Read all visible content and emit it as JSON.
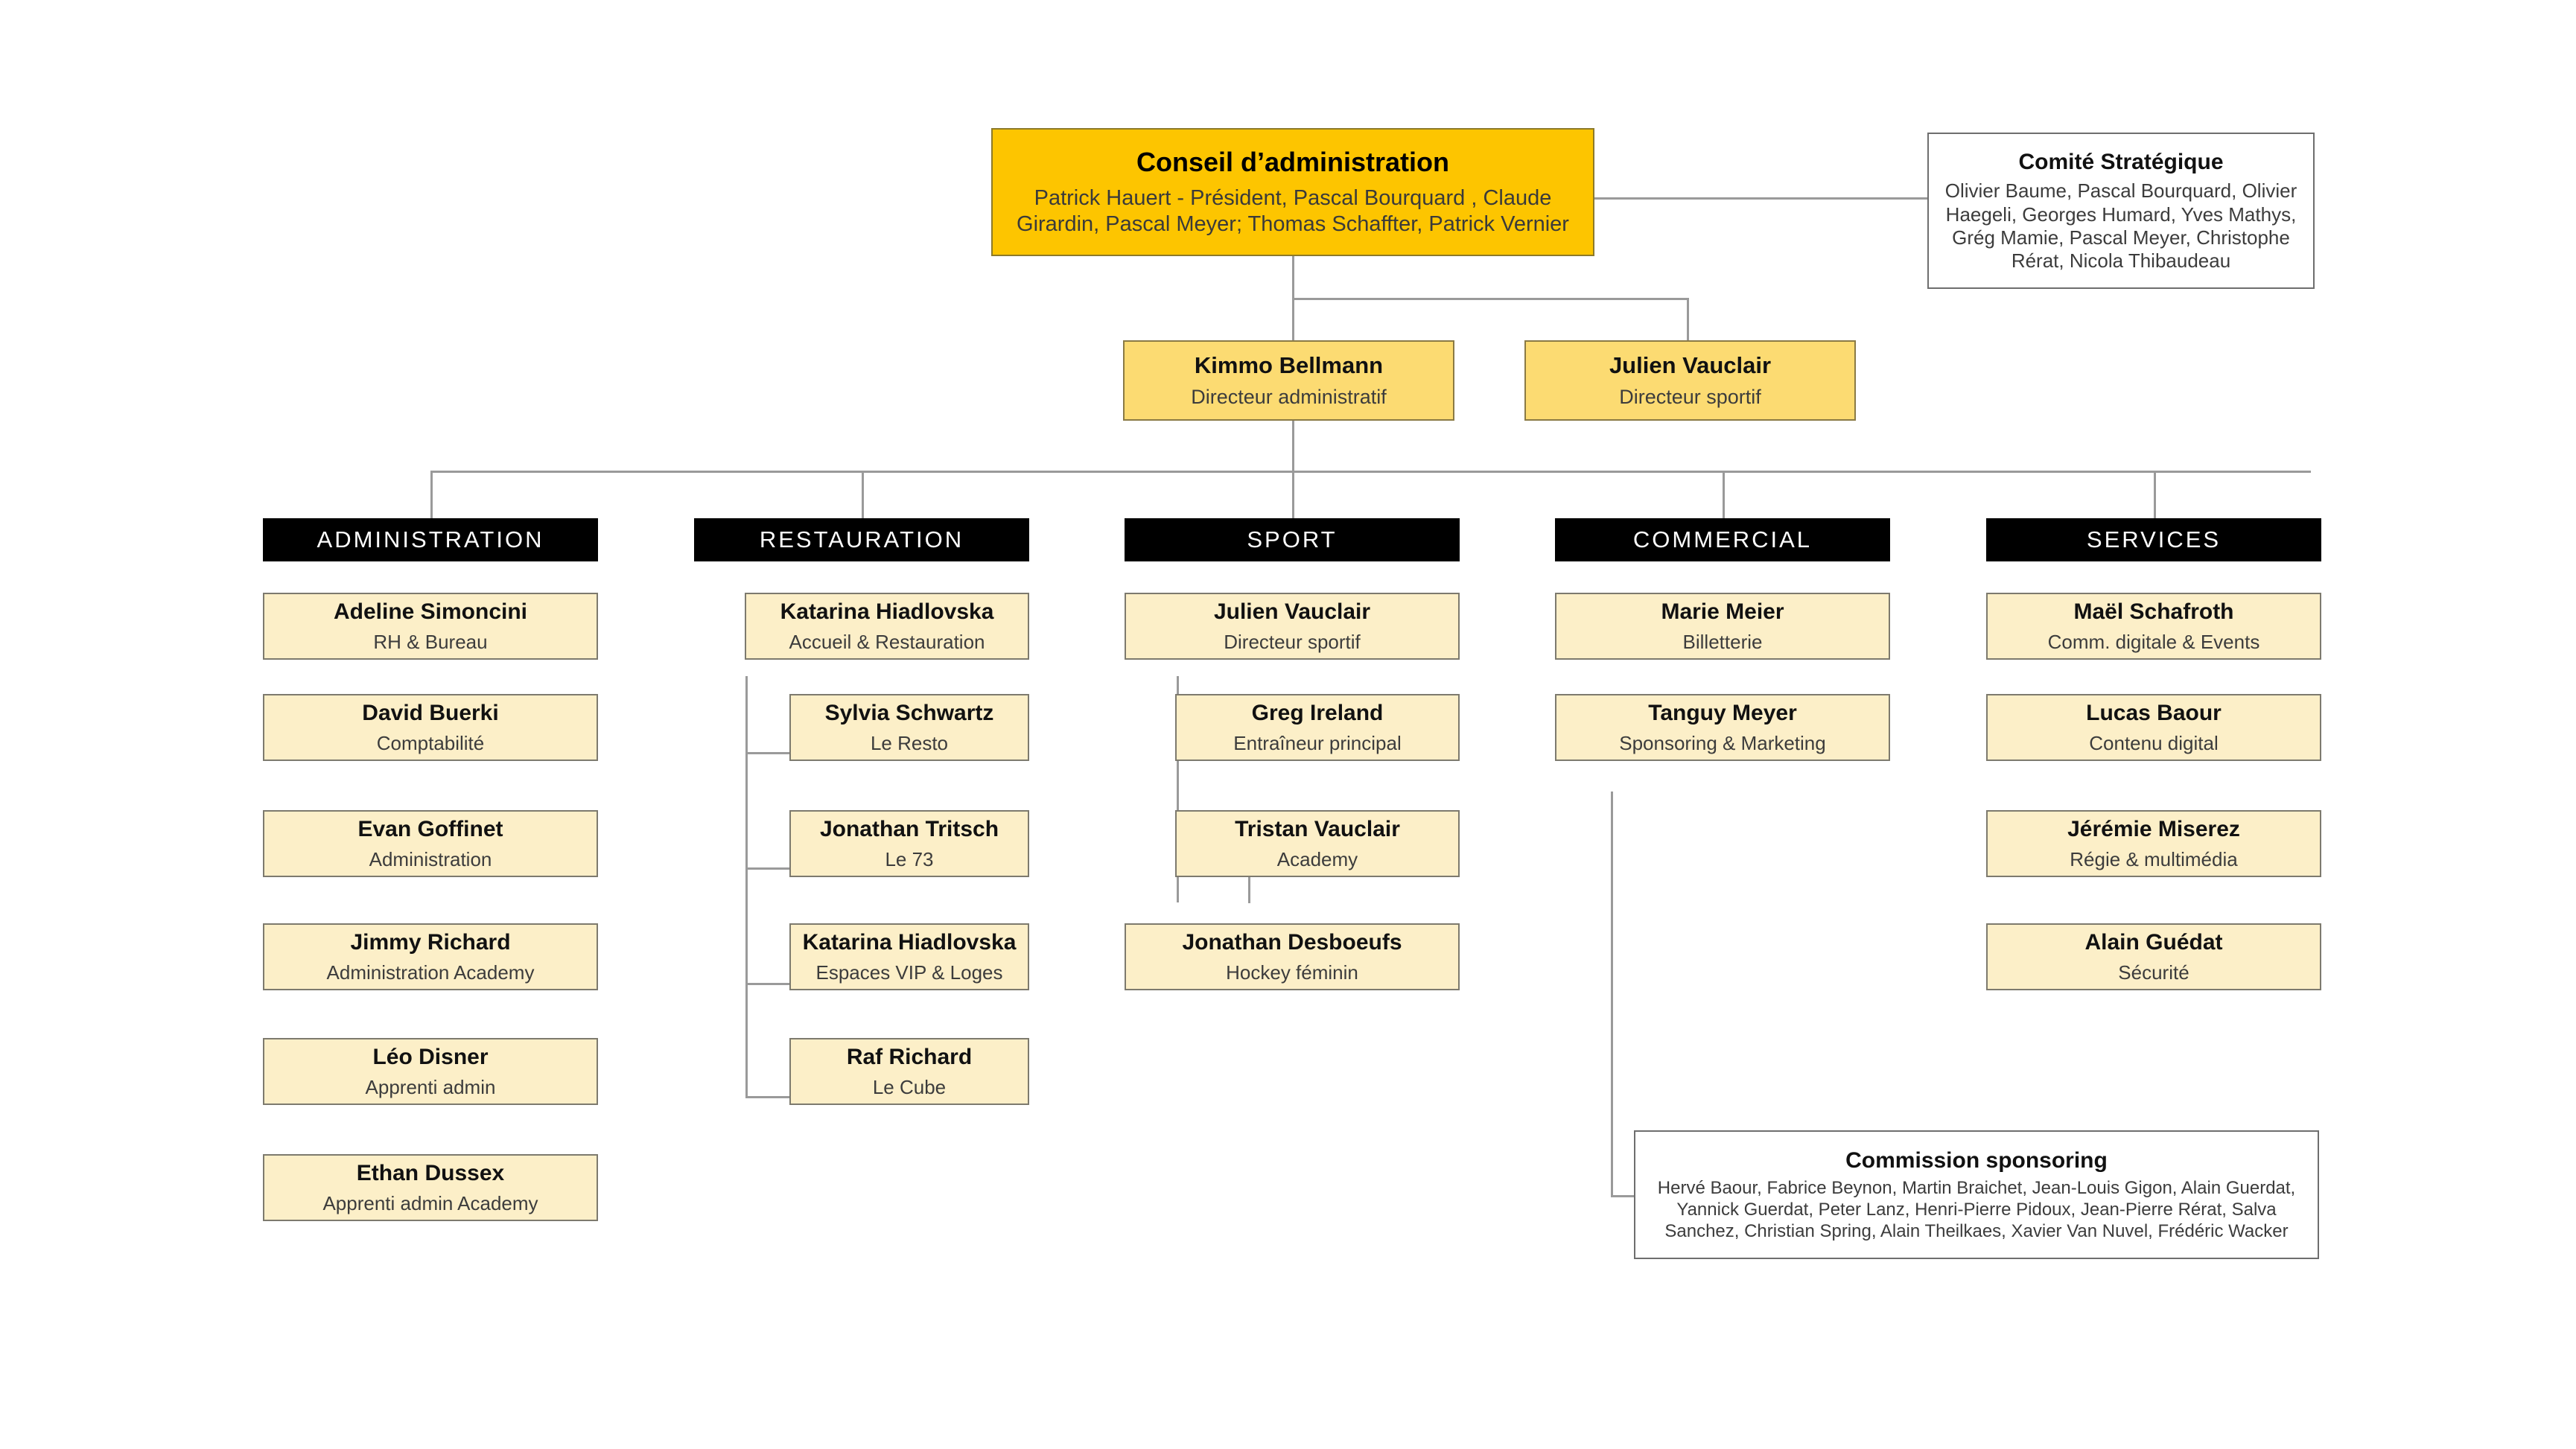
{
  "board": {
    "title": "Conseil d’administration",
    "members": "Patrick Hauert - Président, Pascal Bourquard , Claude Girardin, Pascal Meyer; Thomas Schaffter, Patrick Vernier"
  },
  "strategic_committee": {
    "title": "Comité Stratégique",
    "members": "Olivier Baume, Pascal Bourquard, Olivier Haegeli, Georges Humard, Yves Mathys, Grég Mamie, Pascal Meyer, Christophe Rérat, Nicola Thibaudeau"
  },
  "sponsoring_commission": {
    "title": "Commission sponsoring",
    "members": "Hervé Baour, Fabrice Beynon, Martin Braichet, Jean-Louis Gigon, Alain Guerdat, Yannick Guerdat, Peter Lanz, Henri-Pierre Pidoux, Jean-Pierre Rérat, Salva Sanchez, Christian Spring, Alain Theilkaes, Xavier Van Nuvel, Frédéric Wacker"
  },
  "directors": [
    {
      "name": "Kimmo Bellmann",
      "role": "Directeur administratif"
    },
    {
      "name": "Julien Vauclair",
      "role": "Directeur sportif"
    }
  ],
  "departments": [
    {
      "label": "ADMINISTRATION",
      "people": [
        {
          "name": "Adeline Simoncini",
          "role": "RH & Bureau"
        },
        {
          "name": "David Buerki",
          "role": "Comptabilité"
        },
        {
          "name": "Evan Goffinet",
          "role": "Administration"
        },
        {
          "name": "Jimmy Richard",
          "role": "Administration Academy"
        },
        {
          "name": "Léo Disner",
          "role": "Apprenti admin"
        },
        {
          "name": "Ethan Dussex",
          "role": "Apprenti admin Academy"
        }
      ]
    },
    {
      "label": "RESTAURATION",
      "people": [
        {
          "name": "Katarina Hiadlovska",
          "role": "Accueil & Restauration"
        },
        {
          "name": "Sylvia Schwartz",
          "role": "Le Resto"
        },
        {
          "name": "Jonathan Tritsch",
          "role": "Le 73"
        },
        {
          "name": "Katarina Hiadlovska",
          "role": "Espaces VIP & Loges"
        },
        {
          "name": "Raf Richard",
          "role": "Le Cube"
        }
      ]
    },
    {
      "label": "SPORT",
      "people": [
        {
          "name": "Julien Vauclair",
          "role": "Directeur sportif"
        },
        {
          "name": "Greg Ireland",
          "role": "Entraîneur principal"
        },
        {
          "name": "Tristan Vauclair",
          "role": "Academy"
        },
        {
          "name": "Jonathan Desboeufs",
          "role": "Hockey féminin"
        }
      ]
    },
    {
      "label": "COMMERCIAL",
      "people": [
        {
          "name": "Marie Meier",
          "role": "Billetterie"
        },
        {
          "name": "Tanguy Meyer",
          "role": "Sponsoring & Marketing"
        }
      ]
    },
    {
      "label": "SERVICES",
      "people": [
        {
          "name": "Maël Schafroth",
          "role": "Comm. digitale & Events"
        },
        {
          "name": "Lucas Baour",
          "role": "Contenu digital"
        },
        {
          "name": "Jérémie Miserez",
          "role": "Régie & multimédia"
        },
        {
          "name": "Alain Guédat",
          "role": "Sécurité"
        }
      ]
    }
  ],
  "colors": {
    "board_fill": "#fdc500",
    "director_fill": "#fcdb72",
    "person_fill": "#fcefc8",
    "dept_header_fill": "#000000",
    "connector": "#9a9a9a",
    "page_background": "#ffffff"
  }
}
